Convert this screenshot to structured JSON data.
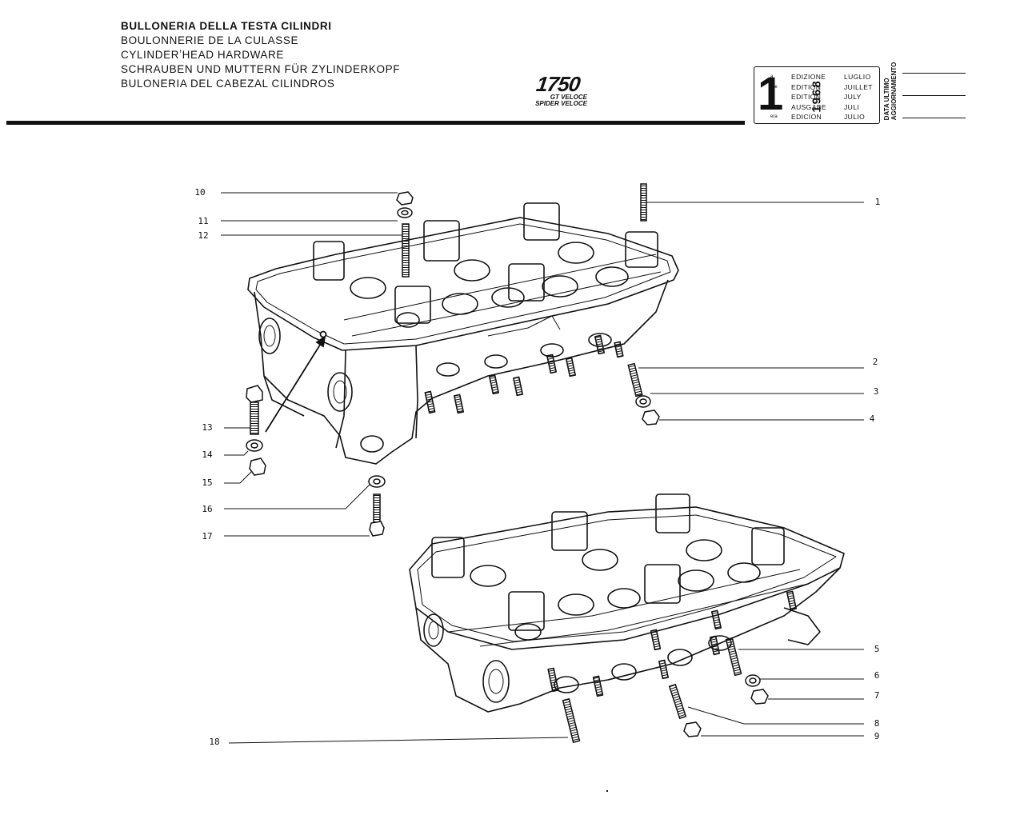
{
  "header": {
    "titles": [
      "BULLONERIA DELLA TESTA CILINDRI",
      "BOULONNERIE DE LA CULASSE",
      "CYLINDERʼHEAD HARDWARE",
      "SCHRAUBEN UND MUTTERN FÜR ZYLINDERKOPF",
      "BULONERIA DEL CABEZAL CILINDROS"
    ],
    "model": "1750",
    "variants": [
      "GT VELOCE",
      "SPIDER VELOCE"
    ]
  },
  "edition_box": {
    "number": "1",
    "suffixes": [
      "a",
      "ère",
      "st",
      ".",
      "era"
    ],
    "labels": [
      "EDIZIONE",
      "EDITION",
      "EDITION",
      "AUSGABE",
      "EDICION"
    ],
    "year": "1968",
    "months": [
      "LUGLIO",
      "JUILLET",
      "JULY",
      "JULI",
      "JULIO"
    ]
  },
  "update_label": [
    "DATA ULTIMO",
    "AGGIORNAMENTO"
  ],
  "callouts": [
    "1",
    "2",
    "3",
    "4",
    "5",
    "6",
    "7",
    "8",
    "9",
    "10",
    "11",
    "12",
    "13",
    "14",
    "15",
    "16",
    "17",
    "18"
  ]
}
